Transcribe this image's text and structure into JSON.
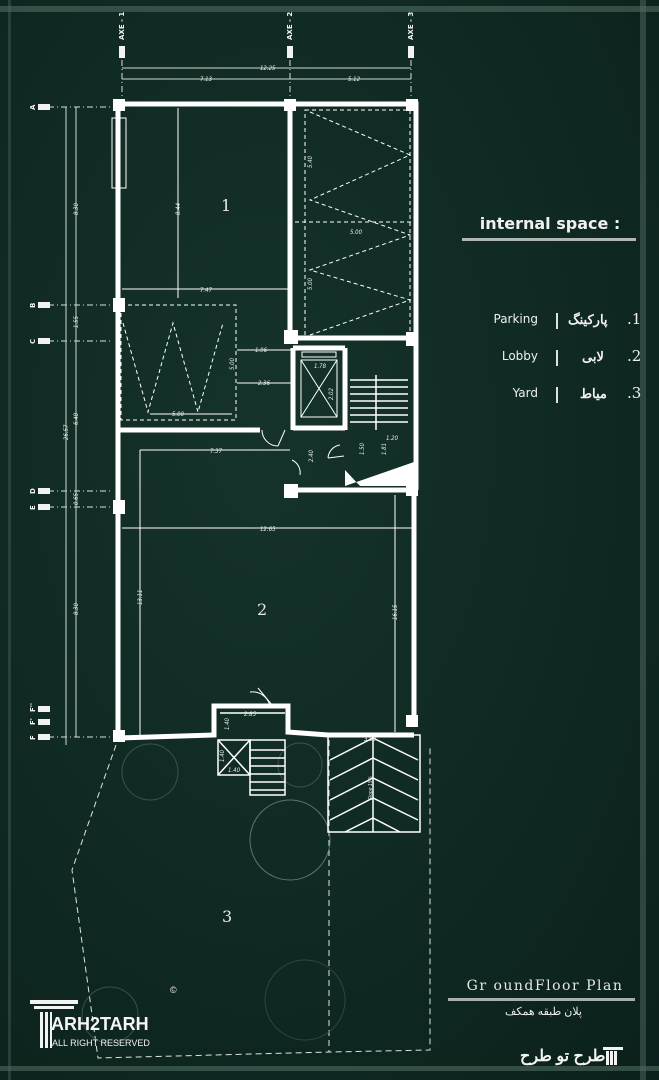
{
  "legend": {
    "title": "internal space :",
    "items": [
      {
        "num": ".1",
        "fa": "پارکینگ",
        "en": "Parking"
      },
      {
        "num": ".2",
        "fa": "لابی",
        "en": "Lobby"
      },
      {
        "num": ".3",
        "fa": "میاط",
        "en": "Yard"
      }
    ]
  },
  "plan": {
    "title": "Gr oundFloor Plan",
    "subtitle": "پلان طبقه همکف"
  },
  "rooms": {
    "r1": "1",
    "r2": "2",
    "r3": "3"
  },
  "axes": {
    "x": [
      "AXE - 1",
      "AXE - 2",
      "AXE - 3"
    ],
    "y": [
      "A",
      "B",
      "C",
      "D",
      "E",
      "F''",
      "F'",
      "F"
    ]
  },
  "dims": {
    "total_w": "12.25",
    "w1": "7.13",
    "w2": "5.12",
    "total_h": "26.57",
    "h_ab": "8.30",
    "h_bc": "1.55",
    "h_cd": "6.48",
    "h_de": "0.65",
    "h_ef": "8.30",
    "p1_h": "8.44",
    "p1_w": "7.47",
    "p2_h": "5.40",
    "p2_w": "5.00",
    "p2_h2": "5.00",
    "p3_w": "5.00",
    "p3_h": "5.00",
    "c1": "1.96",
    "c2": "2.36",
    "elev_w": "1.78",
    "elev_h": "2.02",
    "lob_w": "7.37",
    "lob_d": "2.40",
    "st1": "1.50",
    "st2": "1.81",
    "st_w": "1.20",
    "lob_total": "12.65",
    "lob_h1": "13.11",
    "lob_h2": "16.15",
    "e_w": "2.85",
    "e_h": "1.40",
    "e_h2": "1.40",
    "e_w2": "1.40",
    "ramp_w": "3.50",
    "ramp_slope": "Slope 15%"
  },
  "brand": {
    "logo_text": "ARH2TARH",
    "logo_sub": "ALL RIGHT RESERVED",
    "copyright": "©",
    "fa_name": "طرح تو طرح"
  },
  "colors": {
    "background": "#0f2822",
    "lines": "#ffffff",
    "accent_rule": "#b0b6b3"
  }
}
